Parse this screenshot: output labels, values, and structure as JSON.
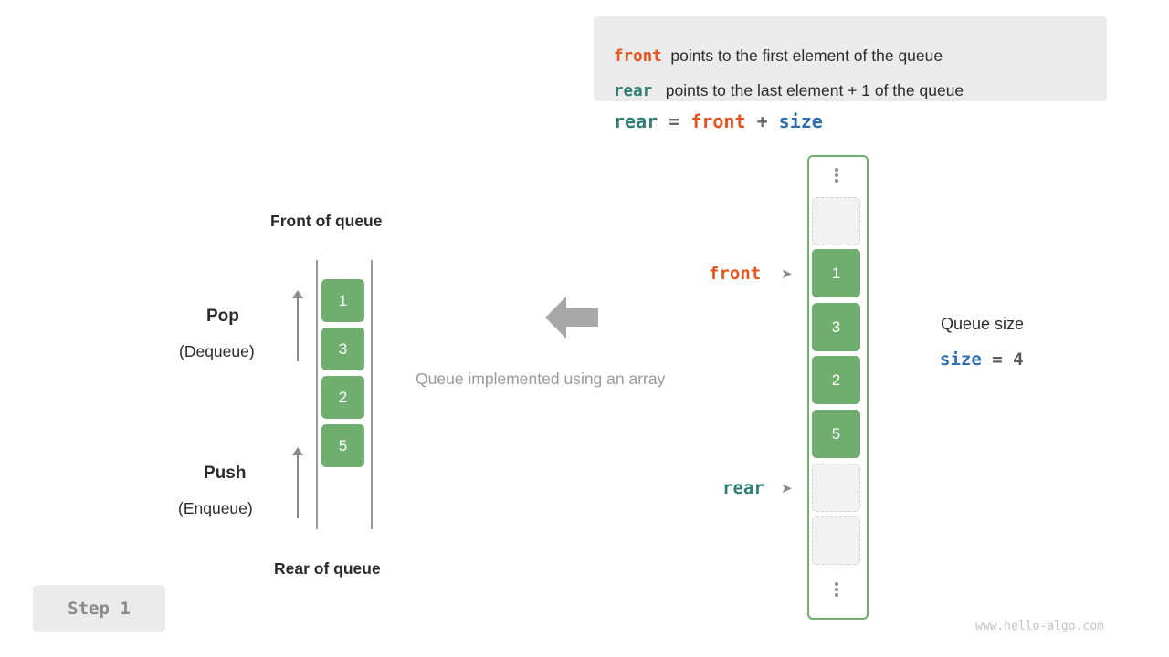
{
  "legend": {
    "line1": {
      "term": "front",
      "text": "points to the first element of the queue"
    },
    "line2": {
      "term": "rear",
      "text": "points to the last element + 1 of the queue"
    }
  },
  "formula": {
    "rear": "rear",
    "eq": "=",
    "front": "front",
    "plus": "+",
    "size": "size"
  },
  "left_stack": {
    "top_label": "Front of queue",
    "bottom_label": "Rear of queue",
    "cells": [
      "1",
      "3",
      "2",
      "5"
    ],
    "pop_label": "Pop",
    "pop_sub": "(Dequeue)",
    "push_label": "Push",
    "push_sub": "(Enqueue)"
  },
  "middle": {
    "caption": "Queue implemented using an array",
    "arrow": "left-arrow-icon"
  },
  "array": {
    "cells": [
      {
        "type": "dots",
        "value": ""
      },
      {
        "type": "empty",
        "value": ""
      },
      {
        "type": "filled",
        "value": "1"
      },
      {
        "type": "filled",
        "value": "3"
      },
      {
        "type": "filled",
        "value": "2"
      },
      {
        "type": "filled",
        "value": "5"
      },
      {
        "type": "empty",
        "value": ""
      },
      {
        "type": "empty",
        "value": ""
      },
      {
        "type": "dots",
        "value": ""
      }
    ],
    "pointers": {
      "front": "front",
      "rear": "rear",
      "marker": "➤"
    }
  },
  "size_info": {
    "label": "Queue size",
    "name": "size",
    "eq": "=",
    "value": "4"
  },
  "step": {
    "label": "Step 1"
  },
  "watermark": "www.hello-algo.com",
  "colors": {
    "front": "#e8541e",
    "rear": "#2f8073",
    "size": "#2f6fb0",
    "cell": "#6fae6f",
    "panel": "#ebebeb",
    "muted": "#9a9a9a"
  }
}
